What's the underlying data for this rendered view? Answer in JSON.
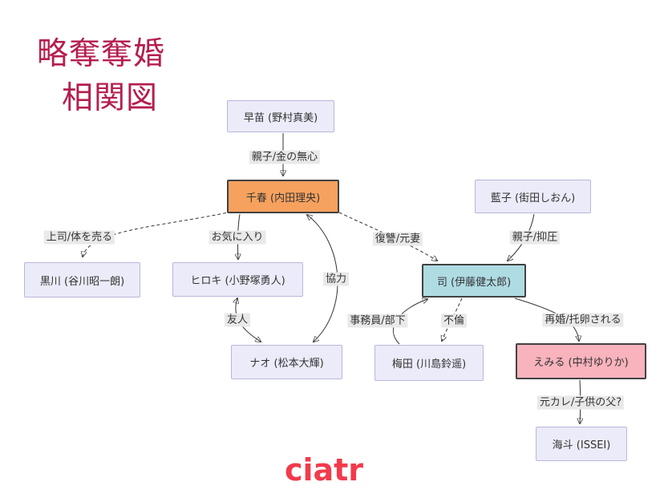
{
  "title": {
    "line1": "略奪奪婚",
    "line2": "相関図"
  },
  "footer": {
    "logo": "ciatr"
  },
  "colors": {
    "title": "#b51e4f",
    "logo": "#f13b4c",
    "node_lavender": "#ebebf9",
    "node_lavender_border": "#b9b7dc",
    "node_orange": "#f7a15e",
    "node_blue": "#afdbe3",
    "node_pink": "#f8b3bd",
    "dark_border": "#424242",
    "edge": "#333333",
    "edge_label_bg": "#e9e9e9"
  },
  "nodes": [
    {
      "id": "sanae",
      "label": "早苗 (野村真美)",
      "color": "lavender"
    },
    {
      "id": "chiharu",
      "label": "千春 (内田理央)",
      "color": "orange"
    },
    {
      "id": "aiko",
      "label": "藍子 (街田しおん)",
      "color": "lavender"
    },
    {
      "id": "kurokawa",
      "label": "黒川 (谷川昭一朗)",
      "color": "lavender"
    },
    {
      "id": "hiroki",
      "label": "ヒロキ (小野塚勇人)",
      "color": "lavender"
    },
    {
      "id": "tsukasa",
      "label": "司 (伊藤健太郎)",
      "color": "blue"
    },
    {
      "id": "nao",
      "label": "ナオ (松本大輝)",
      "color": "lavender"
    },
    {
      "id": "umeda",
      "label": "梅田 (川島鈴遥)",
      "color": "lavender"
    },
    {
      "id": "emiru",
      "label": "えみる (中村ゆりか)",
      "color": "pink"
    },
    {
      "id": "kaito",
      "label": "海斗 (ISSEI)",
      "color": "lavender"
    }
  ],
  "edges": [
    {
      "from": "早苗",
      "to": "千春",
      "label": "親子/金の無心",
      "dashed": false,
      "bidirectional": false
    },
    {
      "from": "千春",
      "to": "黒川",
      "label": "上司/体を売る",
      "dashed": true,
      "bidirectional": false
    },
    {
      "from": "千春",
      "to": "ヒロキ",
      "label": "お気に入り",
      "dashed": false,
      "bidirectional": false
    },
    {
      "from": "千春",
      "to": "司",
      "label": "復讐/元妻",
      "dashed": true,
      "bidirectional": false
    },
    {
      "from": "藍子",
      "to": "司",
      "label": "親子/抑圧",
      "dashed": false,
      "bidirectional": false
    },
    {
      "from": "千春",
      "to": "ナオ",
      "label": "協力",
      "dashed": false,
      "bidirectional": true
    },
    {
      "from": "ヒロキ",
      "to": "ナオ",
      "label": "友人",
      "dashed": false,
      "bidirectional": true
    },
    {
      "from": "梅田",
      "to": "司",
      "label": "事務員/部下",
      "dashed": false,
      "bidirectional": false
    },
    {
      "from": "司",
      "to": "梅田",
      "label": "不倫",
      "dashed": true,
      "bidirectional": false
    },
    {
      "from": "司",
      "to": "えみる",
      "label": "再婚/托卵される",
      "dashed": false,
      "bidirectional": false
    },
    {
      "from": "えみる",
      "to": "海斗",
      "label": "元カレ/子供の父?",
      "dashed": false,
      "bidirectional": false
    }
  ]
}
